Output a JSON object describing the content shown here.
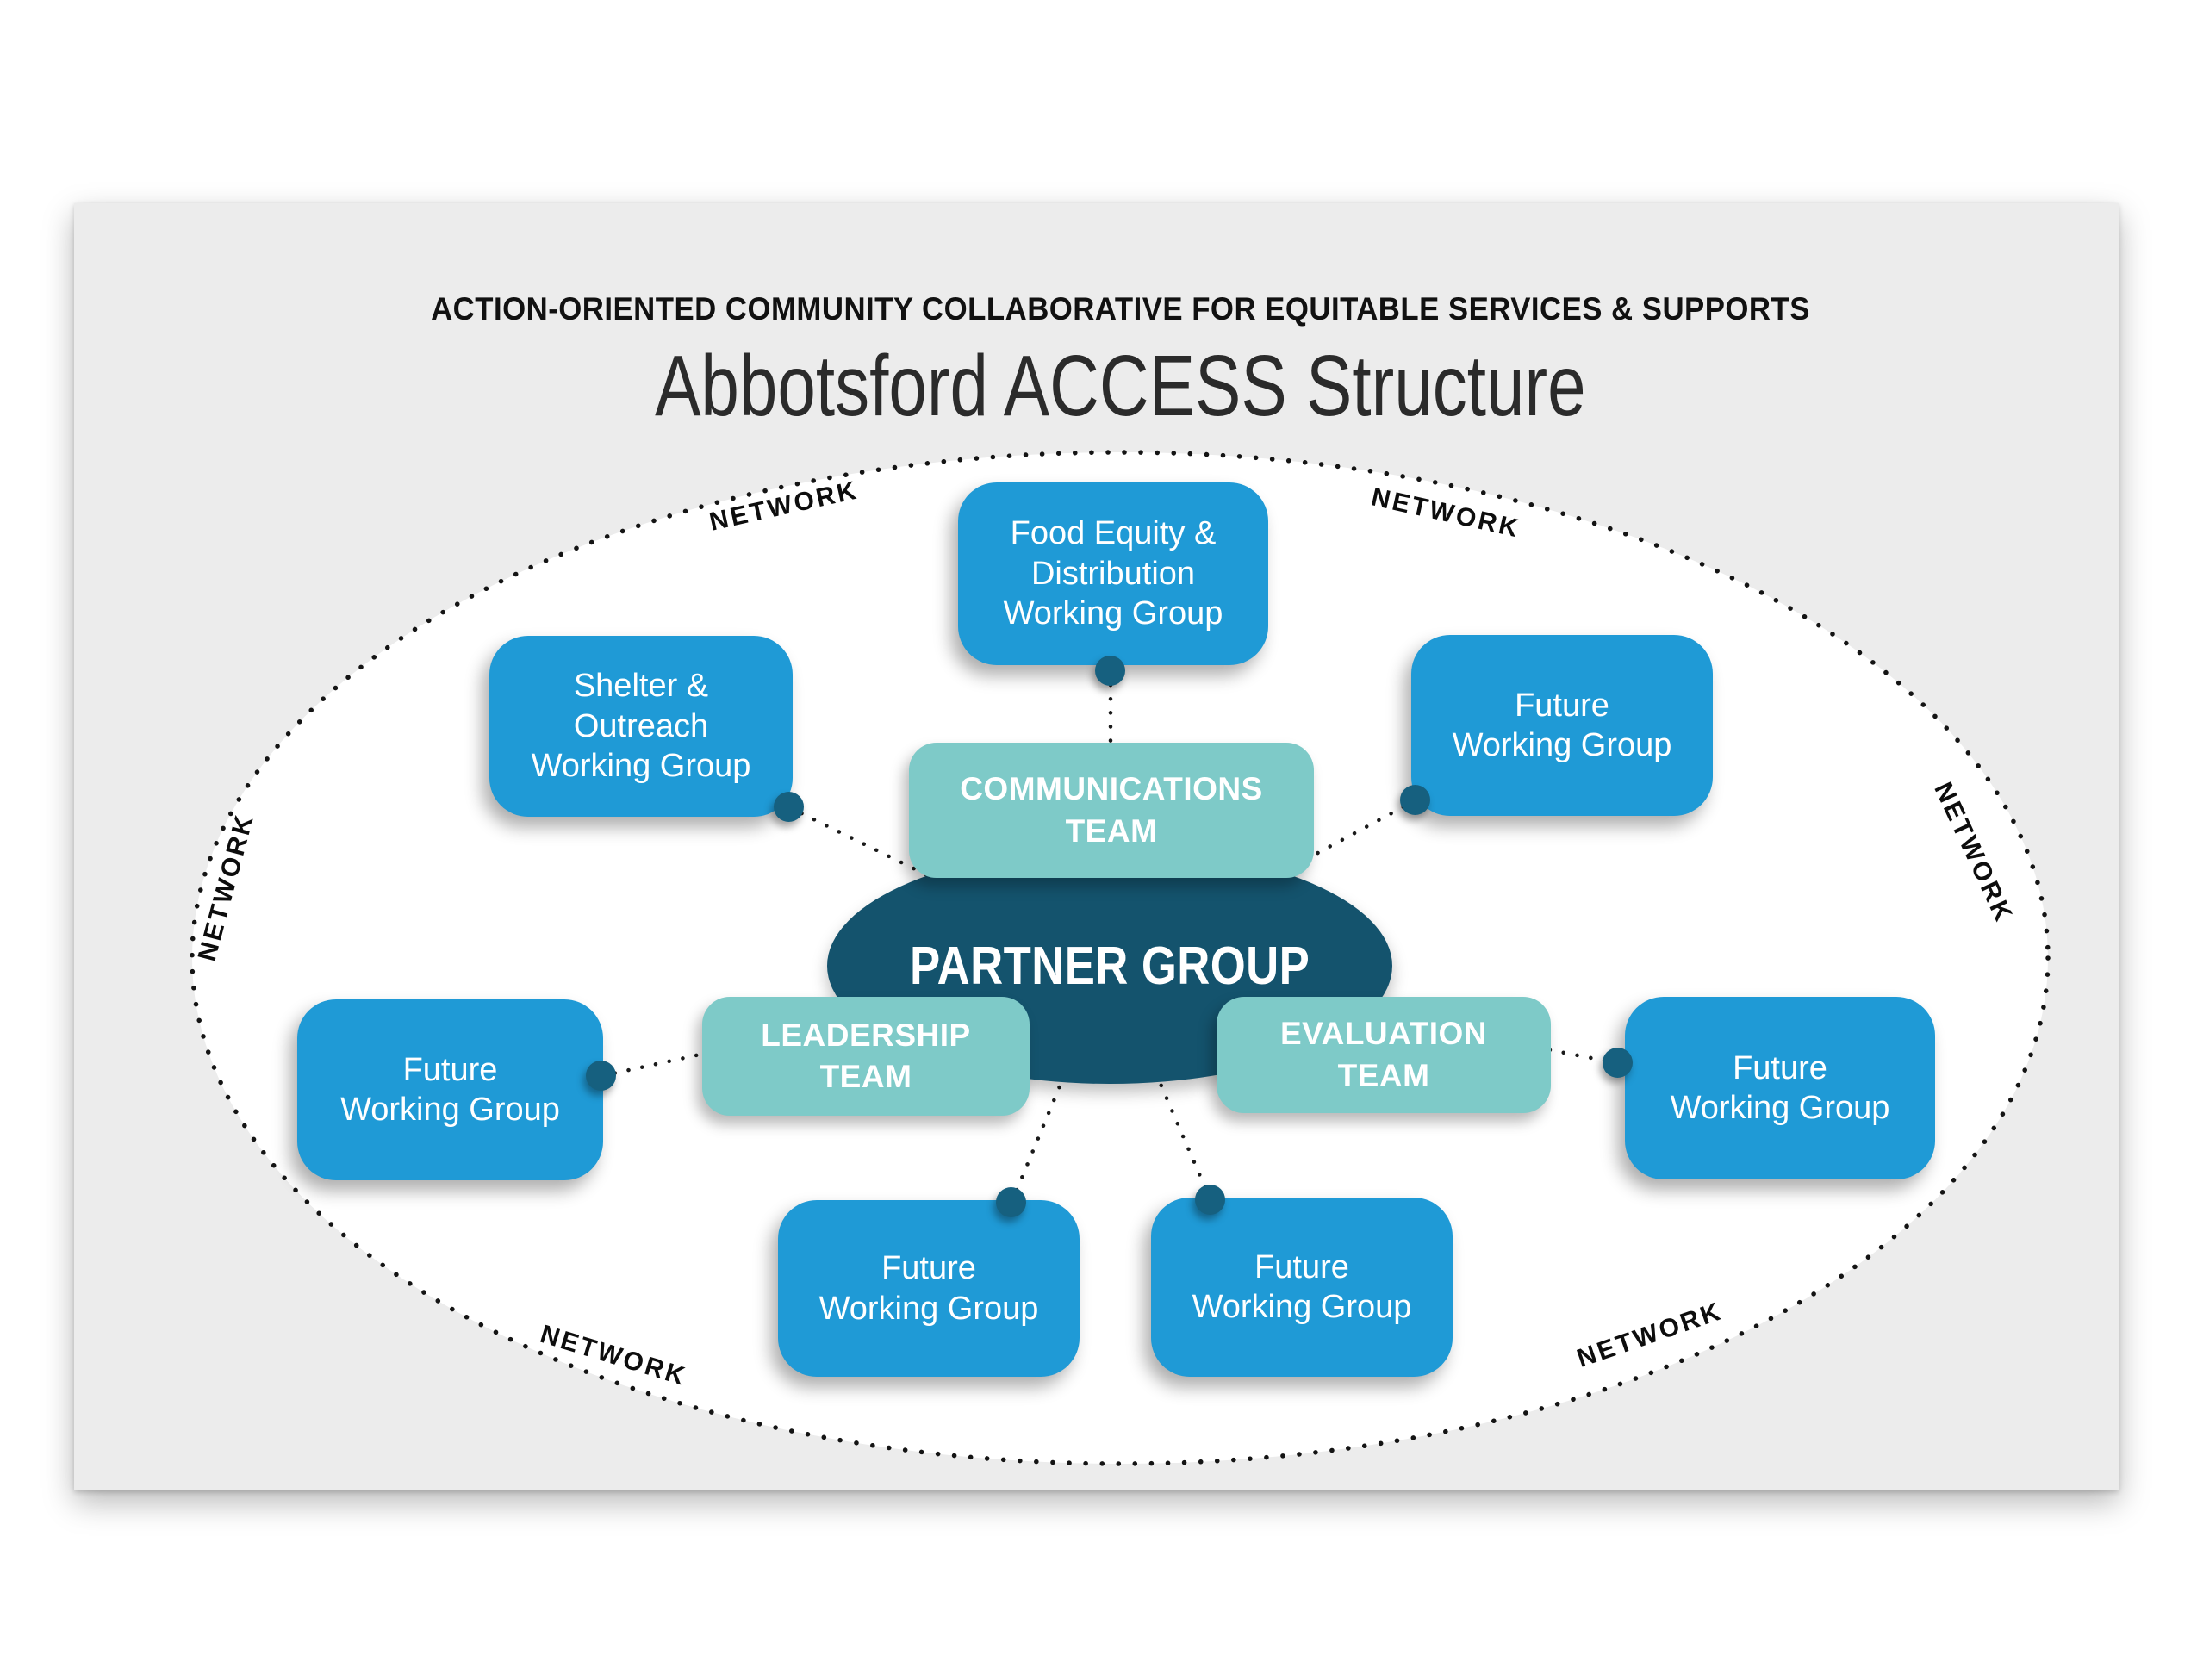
{
  "header": {
    "eyebrow": "ACTION-ORIENTED COMMUNITY COLLABORATIVE FOR EQUITABLE SERVICES & SUPPORTS",
    "title": "Abbotsford ACCESS Structure"
  },
  "network_label": "NETWORK",
  "diagram": {
    "partner_group": {
      "label": "PARTNER GROUP"
    },
    "teams": [
      {
        "id": "communications",
        "label": "COMMUNICATIONS\nTEAM"
      },
      {
        "id": "leadership",
        "label": "LEADERSHIP\nTEAM"
      },
      {
        "id": "evaluation",
        "label": "EVALUATION\nTEAM"
      }
    ],
    "working_groups": [
      {
        "id": "food-equity",
        "label": "Food Equity &\nDistribution\nWorking Group"
      },
      {
        "id": "shelter-outreach",
        "label": "Shelter &\nOutreach\nWorking Group"
      },
      {
        "id": "future-top-right",
        "label": "Future\nWorking Group"
      },
      {
        "id": "future-left",
        "label": "Future\nWorking Group"
      },
      {
        "id": "future-right",
        "label": "Future\nWorking Group"
      },
      {
        "id": "future-bottom-left",
        "label": "Future\nWorking Group"
      },
      {
        "id": "future-bottom-right",
        "label": "Future\nWorking Group"
      }
    ]
  },
  "colors": {
    "canvas_bg": "#FFFFFF",
    "slide_bg": "#ECECEC",
    "network_interior": "#FFFFFF",
    "working_group_blue": "#1F9AD6",
    "team_teal": "#7ECAC8",
    "partner_dark_teal": "#14536D",
    "connector_dot": "#16607F",
    "dotted_line": "#141414",
    "heading_text": "#111111",
    "title_text": "#2B2B2B",
    "box_text": "#FFFFFF"
  }
}
